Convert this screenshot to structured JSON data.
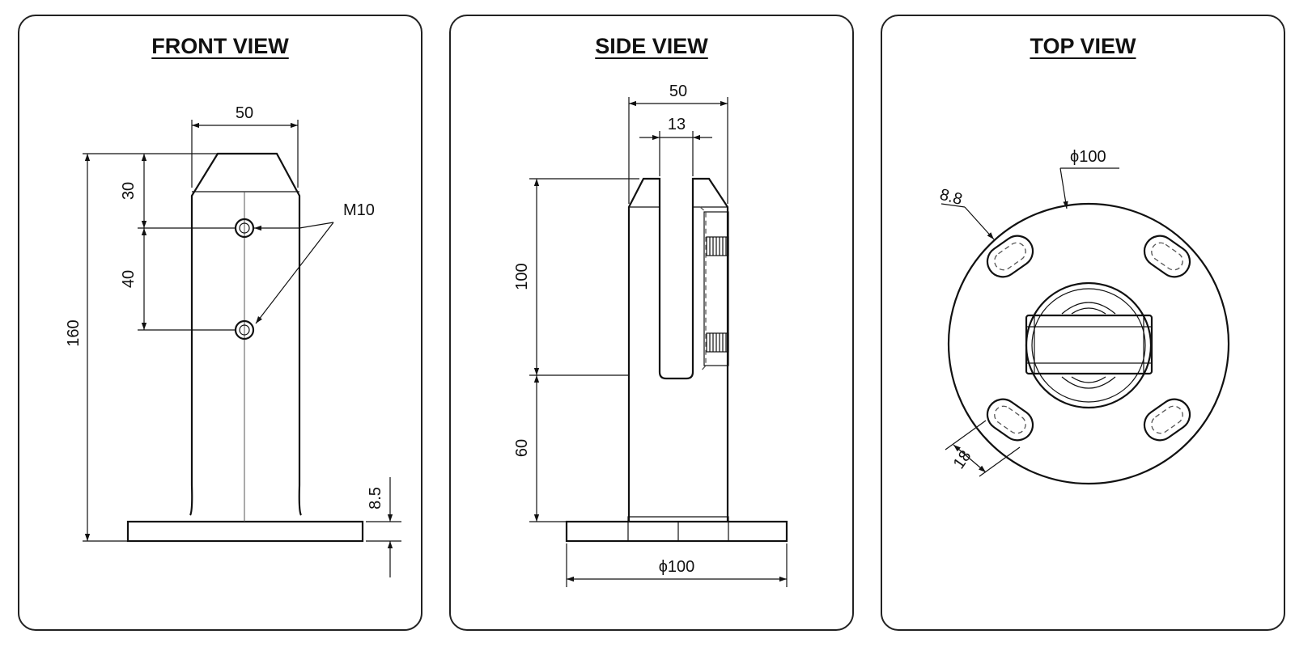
{
  "front_view": {
    "title": "FRONT VIEW",
    "dim_width": "50",
    "dim_top": "30",
    "dim_spacing": "40",
    "dim_height": "160",
    "dim_plate": "8.5",
    "callout": "M10"
  },
  "side_view": {
    "title": "SIDE VIEW",
    "dim_width": "50",
    "dim_slot": "13",
    "dim_upper": "100",
    "dim_lower": "60",
    "dim_base": "ϕ100"
  },
  "top_view": {
    "title": "TOP VIEW",
    "dim_diameter": "ϕ100",
    "dim_slot_width": "8.8",
    "dim_slot_length": "18"
  }
}
